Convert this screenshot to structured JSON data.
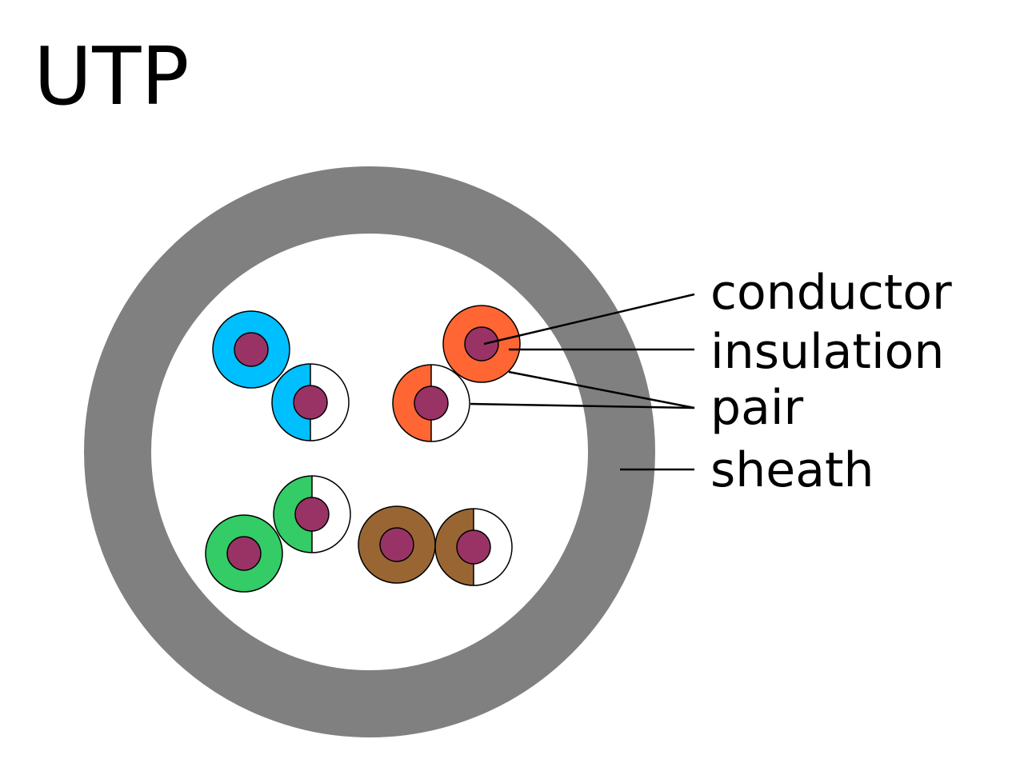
{
  "title": "UTP",
  "labels": {
    "conductor": "conductor",
    "insulation": "insulation",
    "pair": "pair",
    "sheath": "sheath"
  },
  "colors": {
    "sheath": "#808080",
    "conductor": "#993366",
    "blue": "#00BFFF",
    "orange": "#FF6633",
    "green": "#33CC66",
    "brown": "#996633",
    "white": "#FFFFFF"
  },
  "wires": [
    {
      "name": "wire-blue-solid",
      "color": "blue",
      "striped": false
    },
    {
      "name": "wire-blue-white",
      "color": "blue",
      "striped": true
    },
    {
      "name": "wire-orange-solid",
      "color": "orange",
      "striped": false
    },
    {
      "name": "wire-orange-white",
      "color": "orange",
      "striped": true
    },
    {
      "name": "wire-green-white",
      "color": "green",
      "striped": true
    },
    {
      "name": "wire-green-solid",
      "color": "green",
      "striped": false
    },
    {
      "name": "wire-brown-solid",
      "color": "brown",
      "striped": false
    },
    {
      "name": "wire-brown-white",
      "color": "brown",
      "striped": true
    }
  ]
}
